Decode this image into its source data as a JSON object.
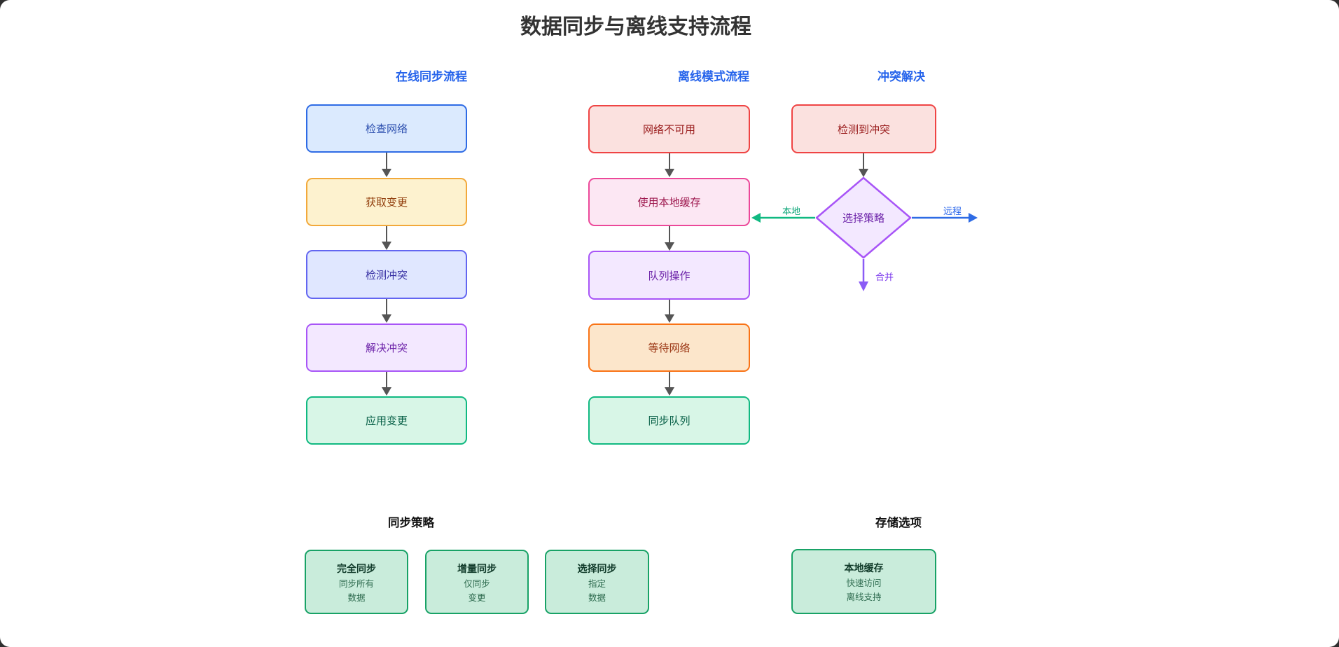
{
  "page": {
    "title": "数据同步与离线支持流程"
  },
  "palette": {
    "canvas_bg": "#ffffff",
    "outer_bg": "#2f2f2f",
    "title_text": "#333333",
    "heading_blue": "#2563eb",
    "connector_gray": "#555555",
    "node_blue": {
      "fill": "#dbeafe",
      "stroke": "#2e6be5",
      "text": "#2b4eae"
    },
    "node_amber": {
      "fill": "#fdf2cf",
      "stroke": "#f2a93b",
      "text": "#92400e"
    },
    "node_indigo": {
      "fill": "#e0e7ff",
      "stroke": "#6366f1",
      "text": "#3730a3"
    },
    "node_purple": {
      "fill": "#f3e8ff",
      "stroke": "#a855f7",
      "text": "#6b21a8"
    },
    "node_green": {
      "fill": "#d8f6e7",
      "stroke": "#10b981",
      "text": "#065f46"
    },
    "node_red": {
      "fill": "#fbe1df",
      "stroke": "#ef4444",
      "text": "#991b1b"
    },
    "node_pink": {
      "fill": "#fce7f3",
      "stroke": "#ec4899",
      "text": "#9d174d"
    },
    "node_orange": {
      "fill": "#fce6cb",
      "stroke": "#f97316",
      "text": "#9a3412"
    },
    "card_green": {
      "fill": "#c9ecdb",
      "stroke": "#18a266",
      "title": "#113b2a",
      "text": "#2e6b4f"
    },
    "branch_local": "#10b981",
    "branch_remote": "#2563eb",
    "branch_merge": "#8b5cf6"
  },
  "flows": {
    "online": {
      "heading": "在线同步流程",
      "nodes": [
        {
          "label": "检查网络"
        },
        {
          "label": "获取变更"
        },
        {
          "label": "检测冲突"
        },
        {
          "label": "解决冲突"
        },
        {
          "label": "应用变更"
        }
      ]
    },
    "offline": {
      "heading": "离线模式流程",
      "nodes": [
        {
          "label": "网络不可用"
        },
        {
          "label": "使用本地缓存"
        },
        {
          "label": "队列操作"
        },
        {
          "label": "等待网络"
        },
        {
          "label": "同步队列"
        }
      ]
    },
    "conflict": {
      "heading": "冲突解决",
      "start_node": "检测到冲突",
      "decision": "选择策略",
      "branches": [
        {
          "label": "本地"
        },
        {
          "label": "远程"
        },
        {
          "label": "合并"
        }
      ]
    }
  },
  "sections": {
    "strategies": {
      "heading": "同步策略",
      "cards": [
        {
          "title": "完全同步",
          "lines": [
            "同步所有",
            "数据"
          ]
        },
        {
          "title": "增量同步",
          "lines": [
            "仅同步",
            "变更"
          ]
        },
        {
          "title": "选择同步",
          "lines": [
            "指定",
            "数据"
          ]
        }
      ]
    },
    "storage": {
      "heading": "存储选项",
      "cards": [
        {
          "title": "本地缓存",
          "lines": [
            "快速访问",
            "离线支持"
          ]
        }
      ]
    }
  }
}
